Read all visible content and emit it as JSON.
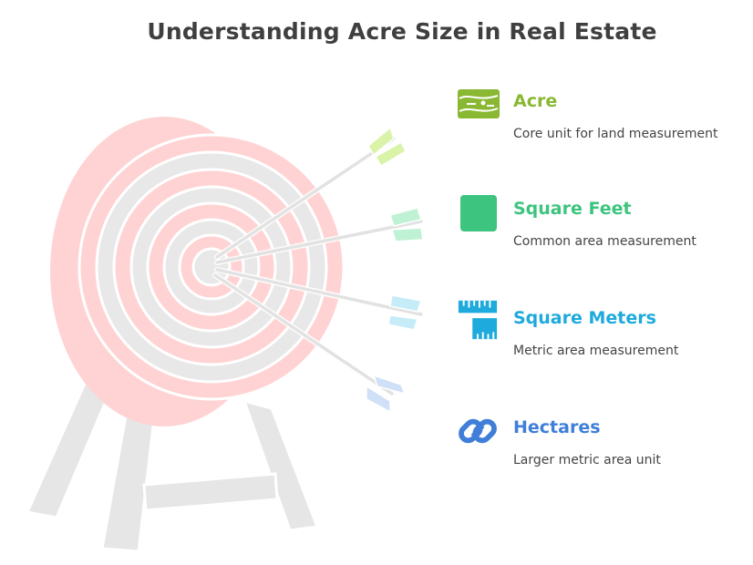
{
  "title": "Understanding Acre Size in Real Estate",
  "items": [
    {
      "label": "Acre",
      "description": "Core unit for land measurement",
      "color": "#8ab833",
      "icon": "field-map-icon"
    },
    {
      "label": "Square Feet",
      "description": "Common area measurement",
      "color": "#3dc47e",
      "icon": "square-icon"
    },
    {
      "label": "Square Meters",
      "description": "Metric area measurement",
      "color": "#1eaadc",
      "icon": "ruler-icon"
    },
    {
      "label": "Hectares",
      "description": "Larger metric area unit",
      "color": "#3f7fd9",
      "icon": "link-icon"
    }
  ],
  "arrow_colors": [
    "#d9f3a9",
    "#bff1d5",
    "#c5ecf7",
    "#cfe0f7"
  ],
  "target_colors": {
    "ring_pink": "#ffd3d3",
    "ring_gray": "#e8e8e8",
    "stand": "#e6e6e6"
  }
}
